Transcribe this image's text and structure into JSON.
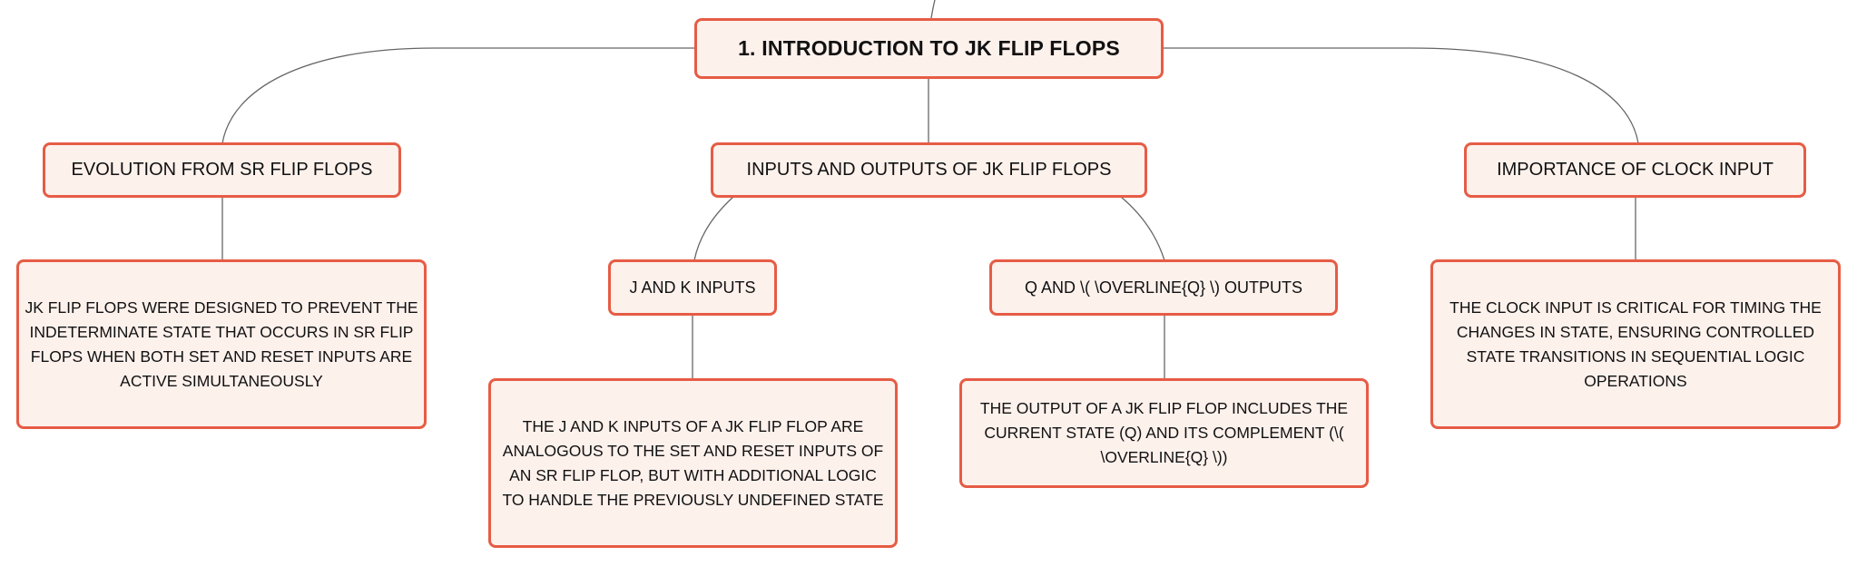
{
  "diagram": {
    "colors": {
      "border": "#e65c45",
      "fill": "#fdf1ec",
      "line": "#666666",
      "text": "#111111"
    },
    "root": {
      "label": "1. INTRODUCTION TO JK FLIP FLOPS"
    },
    "branches": {
      "evolution": {
        "label": "EVOLUTION FROM SR FLIP FLOPS",
        "detail": "JK FLIP FLOPS WERE DESIGNED TO PREVENT THE INDETERMINATE STATE THAT OCCURS IN SR FLIP FLOPS WHEN BOTH SET AND RESET INPUTS ARE ACTIVE SIMULTANEOUSLY"
      },
      "io": {
        "label": "INPUTS AND OUTPUTS OF JK FLIP FLOPS",
        "jk_inputs": {
          "label": "J AND K INPUTS",
          "detail": "THE J AND K INPUTS OF A JK FLIP FLOP ARE ANALOGOUS TO THE SET AND RESET INPUTS OF AN SR FLIP FLOP, BUT WITH ADDITIONAL LOGIC TO HANDLE THE PREVIOUSLY UNDEFINED STATE"
        },
        "q_outputs": {
          "label": "Q AND \\( \\OVERLINE{Q} \\) OUTPUTS",
          "detail": "THE OUTPUT OF A JK FLIP FLOP INCLUDES THE CURRENT STATE (Q) AND ITS COMPLEMENT (\\( \\OVERLINE{Q} \\))"
        }
      },
      "clock": {
        "label": "IMPORTANCE OF CLOCK INPUT",
        "detail": "THE CLOCK INPUT IS CRITICAL FOR TIMING THE CHANGES IN STATE, ENSURING CONTROLLED STATE TRANSITIONS IN SEQUENTIAL LOGIC OPERATIONS"
      }
    }
  }
}
